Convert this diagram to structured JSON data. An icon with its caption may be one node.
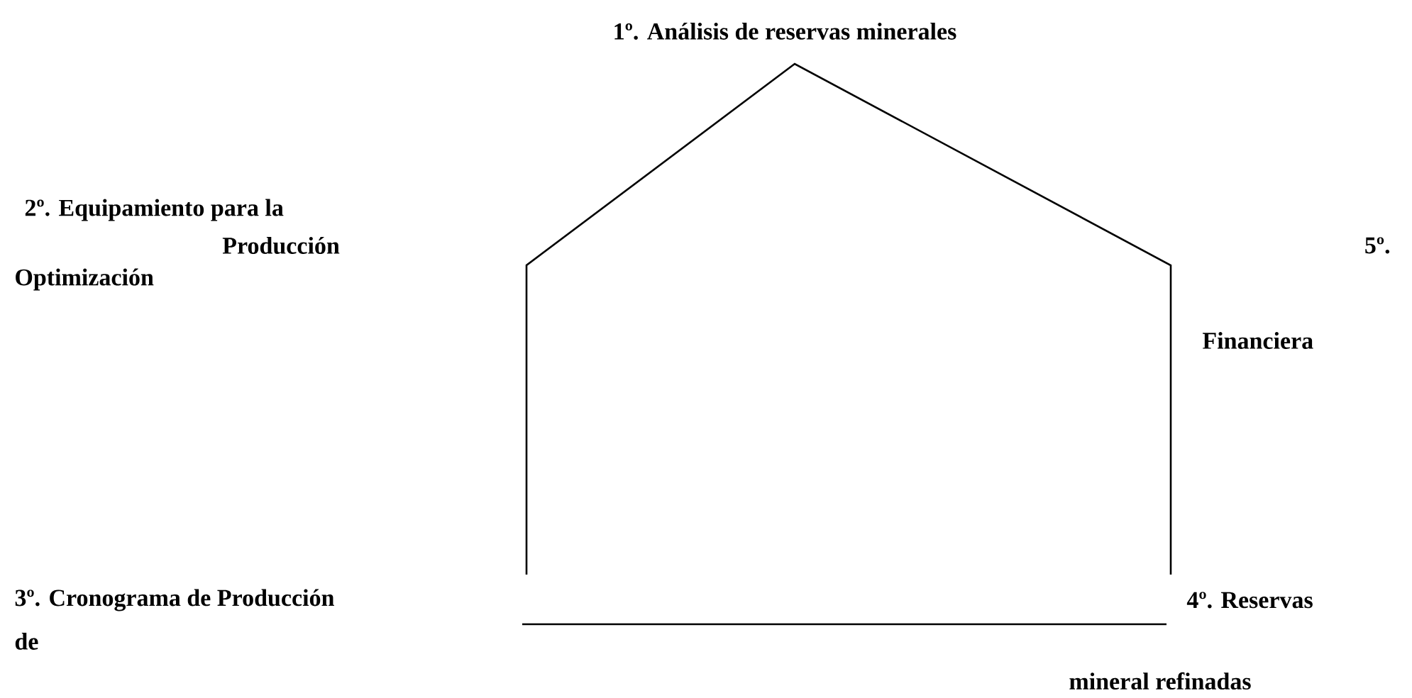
{
  "diagram": {
    "labels": [
      "1º. Análisis de reservas minerales",
      "2º. Equipamiento para la",
      "Producción",
      "5º.",
      "Optimización",
      "Financiera",
      "3º. Cronograma de Producción",
      "4º. Reservas",
      "de",
      "mineral refinadas"
    ]
  }
}
